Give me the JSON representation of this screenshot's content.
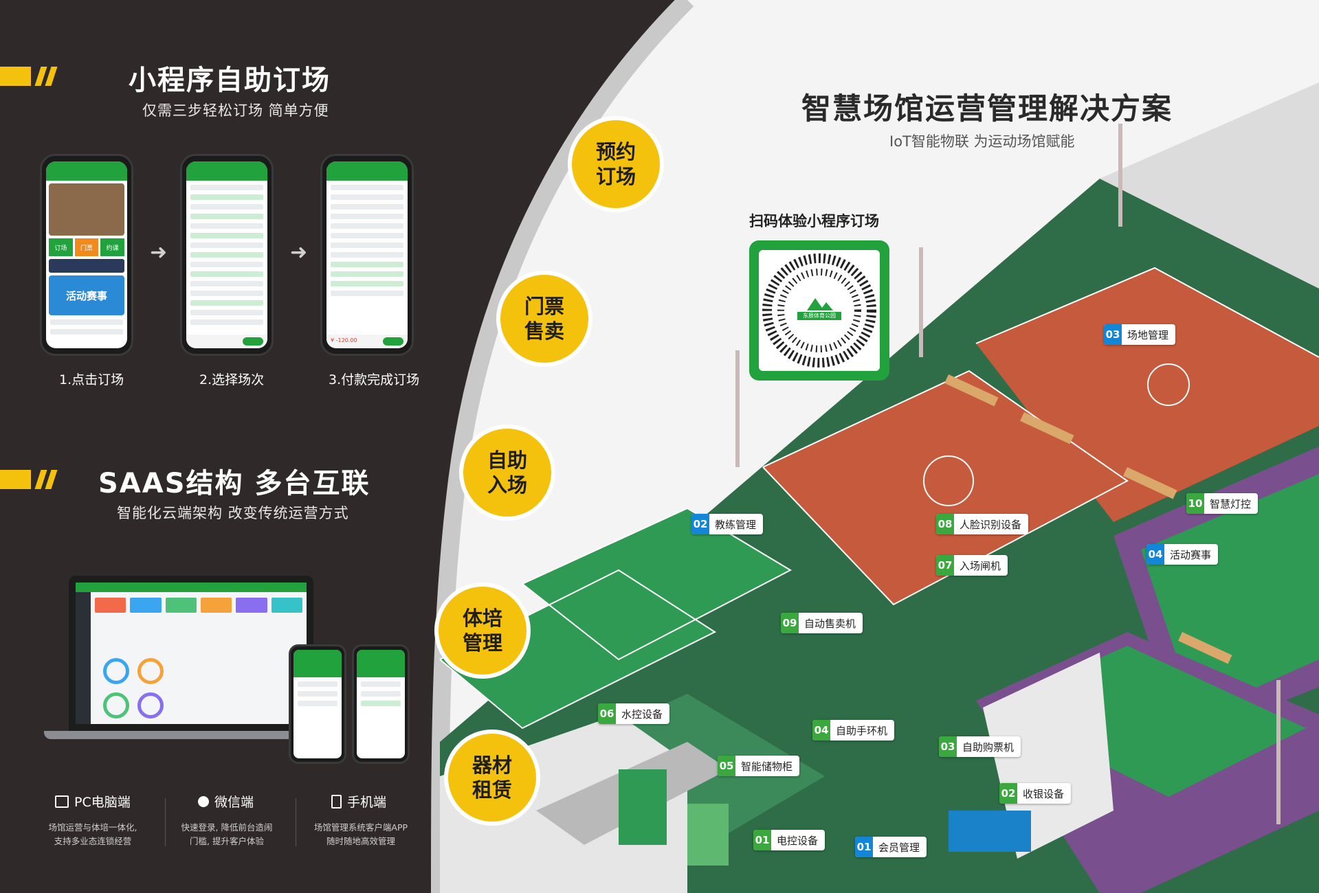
{
  "section1": {
    "title": "小程序自助订场",
    "subtitle": "仅需三步轻松订场 简单方便"
  },
  "steps": [
    {
      "label": "1.点击订场"
    },
    {
      "label": "2.选择场次"
    },
    {
      "label": "3.付款完成订场"
    }
  ],
  "phone1": {
    "tab_book": "订场",
    "tab_vip": "门票",
    "tab_center": "约课",
    "promo": "活动赛事"
  },
  "phone3": {
    "price": "¥ -120.00"
  },
  "section2": {
    "title": "SAAS结构 多台互联",
    "subtitle": "智能化云端架构  改变传统运营方式"
  },
  "features": [
    {
      "icon": "pc-icon",
      "title": "PC电脑端",
      "desc1": "场馆运营与体培一体化,",
      "desc2": "支持多业态连锁经营"
    },
    {
      "icon": "wechat-icon",
      "title": "微信端",
      "desc1": "快速登录, 降低前台造闹",
      "desc2": "门槛, 提升客户体验"
    },
    {
      "icon": "phone-icon",
      "title": "手机端",
      "desc1": "场馆管理系统客户端APP",
      "desc2": "随时随地高效管理"
    }
  ],
  "circles": [
    {
      "label": "预约订场"
    },
    {
      "label": "门票售卖"
    },
    {
      "label": "自助入场"
    },
    {
      "label": "体培管理"
    },
    {
      "label": "器材租赁"
    }
  ],
  "hero": {
    "title": "智慧场馆运营管理解决方案",
    "subtitle": "IoT智能物联 为运动场馆赋能"
  },
  "qr": {
    "caption": "扫码体验小程序订场",
    "logo_text": "东辰体育公园"
  },
  "pins": [
    {
      "num": "03",
      "label": "场地管理",
      "color": "blue"
    },
    {
      "num": "10",
      "label": "智慧灯控",
      "color": "green"
    },
    {
      "num": "02",
      "label": "教练管理",
      "color": "blue"
    },
    {
      "num": "08",
      "label": "人脸识别设备",
      "color": "green"
    },
    {
      "num": "07",
      "label": "入场闸机",
      "color": "green"
    },
    {
      "num": "04",
      "label": "活动赛事",
      "color": "blue"
    },
    {
      "num": "09",
      "label": "自动售卖机",
      "color": "green"
    },
    {
      "num": "06",
      "label": "水控设备",
      "color": "green"
    },
    {
      "num": "04",
      "label": "自助手环机",
      "color": "green"
    },
    {
      "num": "03",
      "label": "自助购票机",
      "color": "green"
    },
    {
      "num": "05",
      "label": "智能储物柜",
      "color": "green"
    },
    {
      "num": "02",
      "label": "收银设备",
      "color": "green"
    },
    {
      "num": "01",
      "label": "电控设备",
      "color": "green"
    },
    {
      "num": "01",
      "label": "会员管理",
      "color": "blue"
    }
  ],
  "colors": {
    "dark_bg": "#2f2a29",
    "accent_yellow": "#f4c20d",
    "brand_green": "#21a23d",
    "court_clay": "#c65a3c",
    "court_green": "#2e8b4e"
  }
}
